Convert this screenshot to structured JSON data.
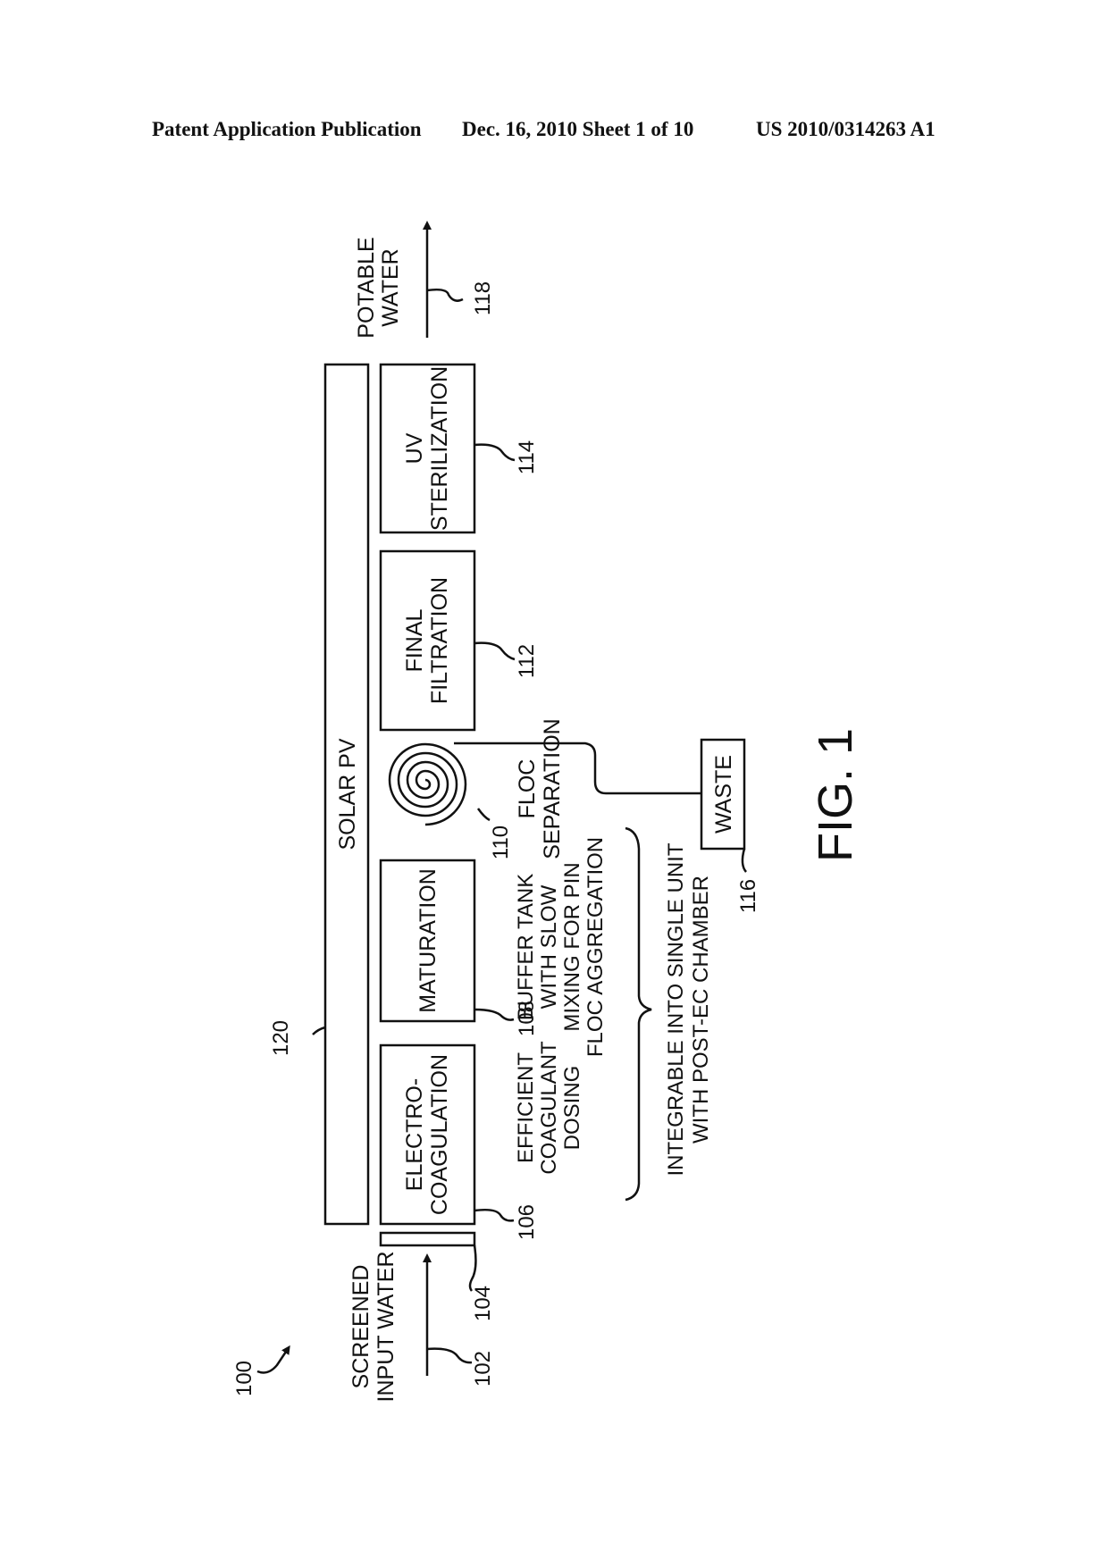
{
  "header": {
    "left": "Patent Application Publication",
    "middle": "Dec. 16, 2010   Sheet 1 of 10",
    "right": "US 2010/0314263 A1"
  },
  "figure": {
    "caption": "FIG. 1",
    "refs": {
      "system": "100",
      "input": "102",
      "screen": "104",
      "ec": "106",
      "maturation": "108",
      "floc_sep": "110",
      "final_filtration": "112",
      "uv": "114",
      "waste": "116",
      "output": "118",
      "solar": "120"
    },
    "labels": {
      "input_line1": "SCREENED",
      "input_line2": "INPUT WATER",
      "ec_line1": "ELECTRO-",
      "ec_line2": "COAGULATION",
      "maturation": "MATURATION",
      "final_line1": "FINAL",
      "final_line2": "FILTRATION",
      "uv_line1": "UV",
      "uv_line2": "STERILIZATION",
      "solar": "SOLAR PV",
      "waste": "WASTE",
      "output_line1": "POTABLE",
      "output_line2": "WATER",
      "floc_line1": "FLOC",
      "floc_line2": "SEPARATION"
    },
    "notes": {
      "ec_line1": "EFFICIENT",
      "ec_line2": "COAGULANT",
      "ec_line3": "DOSING",
      "mat_line1": "BUFFER TANK",
      "mat_line2": "WITH SLOW",
      "mat_line3": "MIXING FOR PIN",
      "mat_line4": "FLOC AGGREGATION",
      "integ_line1": "INTEGRABLE INTO SINGLE UNIT",
      "integ_line2": "WITH POST-EC CHAMBER"
    }
  }
}
